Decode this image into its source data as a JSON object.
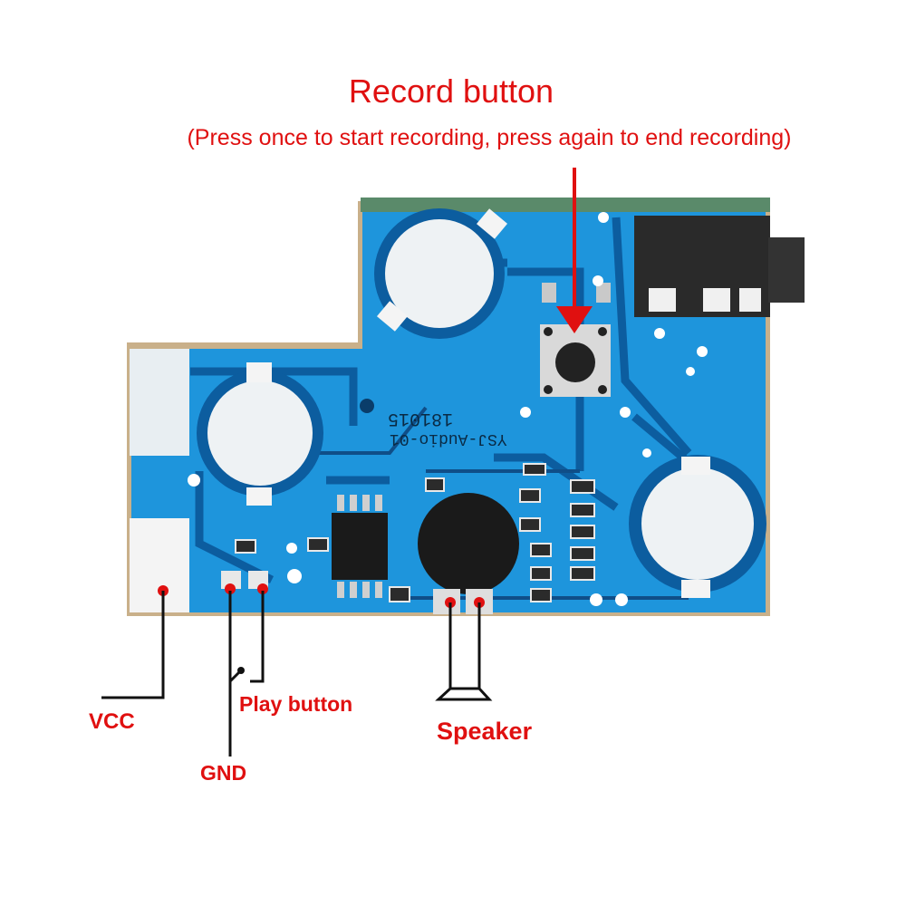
{
  "record": {
    "title": "Record button",
    "subtitle": "(Press once to start recording, press again to end recording)"
  },
  "labels": {
    "vcc": "VCC",
    "play": "Play button",
    "gnd": "GND",
    "speaker": "Speaker"
  },
  "board": {
    "code": "181015",
    "model": "YSJ-Audio-01"
  },
  "colors": {
    "annotation": "#e01010",
    "pcb": "#1a8fd6",
    "pcb_trace": "#0d6fb8",
    "pcb_edge": "#b89a6a"
  }
}
